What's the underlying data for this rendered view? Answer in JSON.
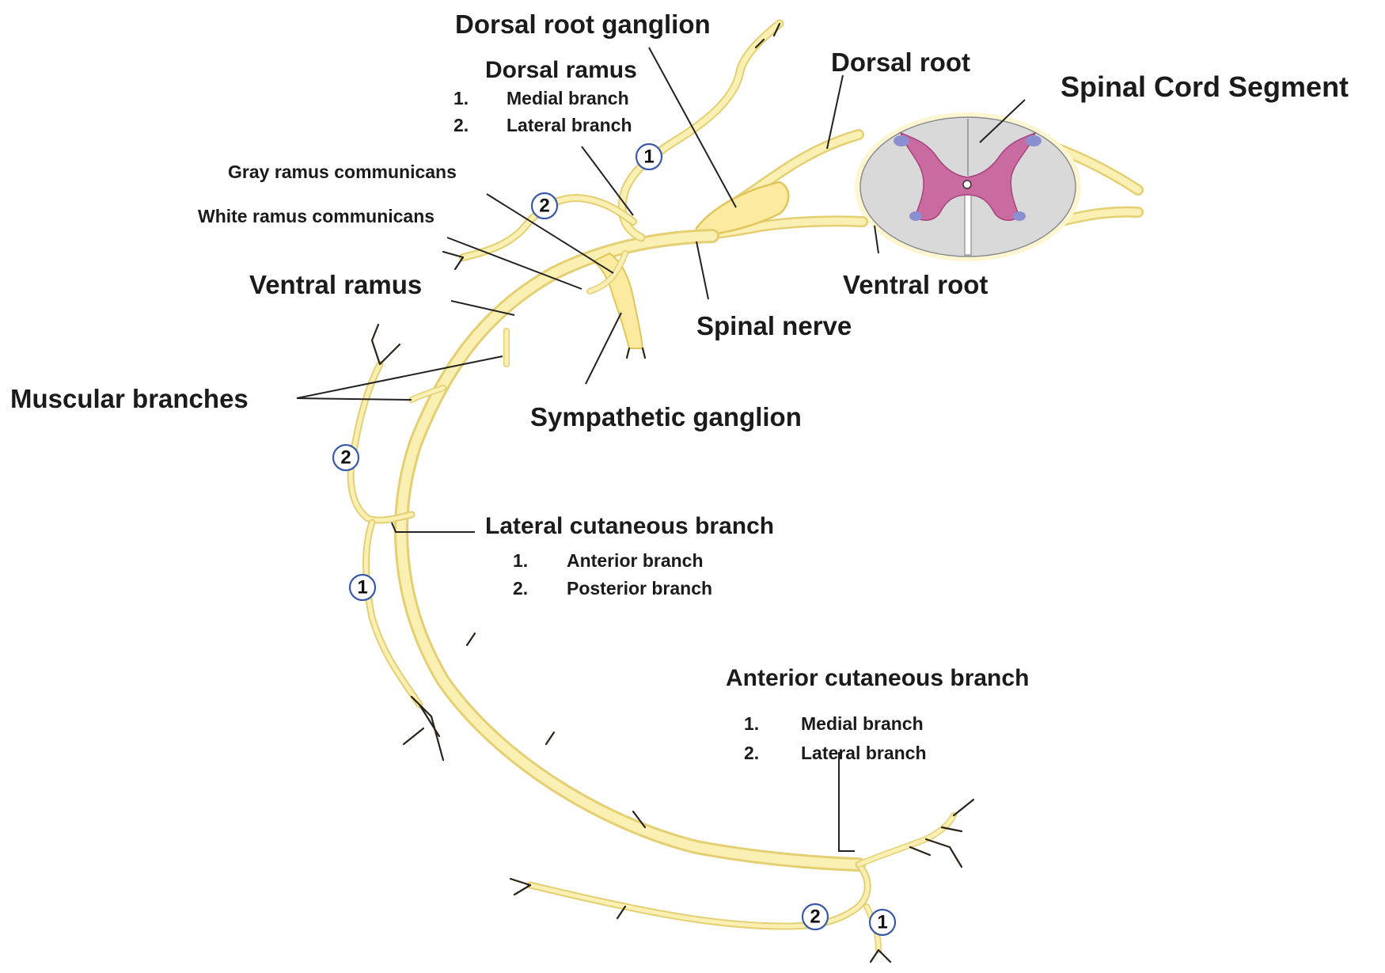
{
  "labels": {
    "dorsal_root_ganglion": "Dorsal root ganglion",
    "dorsal_ramus": "Dorsal ramus",
    "dorsal_ramus_items": [
      {
        "num": "1.",
        "text": "Medial branch"
      },
      {
        "num": "2.",
        "text": "Lateral branch"
      }
    ],
    "dorsal_root": "Dorsal root",
    "spinal_cord_segment": "Spinal Cord Segment",
    "gray_ramus": "Gray ramus communicans",
    "white_ramus": "White ramus communicans",
    "ventral_ramus": "Ventral ramus",
    "ventral_root": "Ventral root",
    "spinal_nerve": "Spinal nerve",
    "muscular_branches": "Muscular branches",
    "sympathetic_ganglion": "Sympathetic ganglion",
    "lateral_cutaneous": "Lateral cutaneous branch",
    "lateral_cutaneous_items": [
      {
        "num": "1.",
        "text": "Anterior branch"
      },
      {
        "num": "2.",
        "text": "Posterior branch"
      }
    ],
    "anterior_cutaneous": "Anterior cutaneous branch",
    "anterior_cutaneous_items": [
      {
        "num": "1.",
        "text": "Medial branch"
      },
      {
        "num": "2.",
        "text": "Lateral branch"
      }
    ]
  },
  "badges": {
    "one": "1",
    "two": "2"
  },
  "colors": {
    "nerve_fill": "#fbf0b3",
    "nerve_outline": "#e4cf73",
    "gray_matter": "#c96aa0",
    "white_matter": "#d9d9d9",
    "badge_outline": "#3a5aa8"
  }
}
